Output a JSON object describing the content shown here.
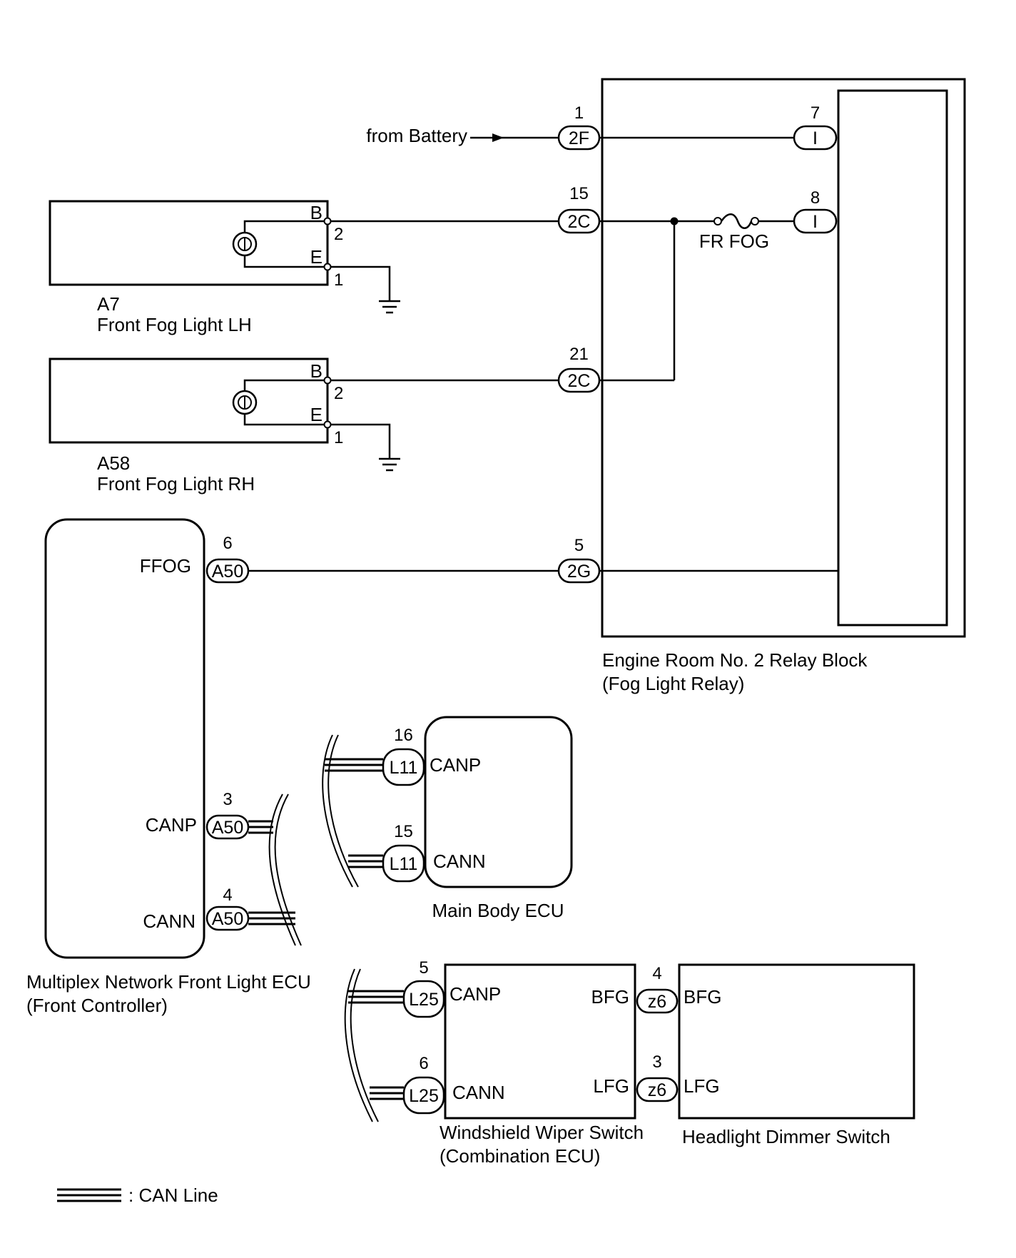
{
  "battery_label": "from Battery",
  "relay_block": {
    "name": "Engine Room No. 2 Relay Block",
    "sub": "(Fog Light Relay)",
    "fuse": "FR FOG",
    "connectors": {
      "c1": {
        "code": "2F",
        "pin": "1"
      },
      "c2": {
        "code": "2C",
        "pin": "15"
      },
      "c3": {
        "code": "2C",
        "pin": "21"
      },
      "c4": {
        "code": "2G",
        "pin": "5"
      }
    },
    "relay_pins": {
      "r1": {
        "code": "I",
        "pin": "7"
      },
      "r2": {
        "code": "I",
        "pin": "8"
      }
    }
  },
  "fog_lh": {
    "id": "A7",
    "name": "Front Fog Light LH",
    "term_b": "B",
    "term_e": "E",
    "pin_b": "2",
    "pin_e": "1"
  },
  "fog_rh": {
    "id": "A58",
    "name": "Front Fog Light RH",
    "term_b": "B",
    "term_e": "E",
    "pin_b": "2",
    "pin_e": "1"
  },
  "front_ecu": {
    "name": "Multiplex Network Front Light ECU",
    "sub": "(Front Controller)",
    "terms": {
      "ffog": "FFOG",
      "canp": "CANP",
      "cann": "CANN"
    },
    "connectors": {
      "ffog": {
        "code": "A50",
        "pin": "6"
      },
      "canp": {
        "code": "A50",
        "pin": "3"
      },
      "cann": {
        "code": "A50",
        "pin": "4"
      }
    }
  },
  "main_body_ecu": {
    "name": "Main Body ECU",
    "terms": {
      "canp": "CANP",
      "cann": "CANN"
    },
    "connectors": {
      "canp": {
        "code": "L11",
        "pin": "16"
      },
      "cann": {
        "code": "L11",
        "pin": "15"
      }
    }
  },
  "wiper_switch": {
    "name": "Windshield Wiper Switch",
    "sub": "(Combination ECU)",
    "terms": {
      "canp": "CANP",
      "cann": "CANN",
      "bfg": "BFG",
      "lfg": "LFG"
    },
    "connectors": {
      "canp": {
        "code": "L25",
        "pin": "5"
      },
      "cann": {
        "code": "L25",
        "pin": "6"
      }
    }
  },
  "dimmer_switch": {
    "name": "Headlight Dimmer Switch",
    "terms": {
      "bfg": "BFG",
      "lfg": "LFG"
    },
    "connectors": {
      "bfg": {
        "code": "z6",
        "pin": "4"
      },
      "lfg": {
        "code": "z6",
        "pin": "3"
      }
    }
  },
  "legend": {
    "label": ": CAN Line"
  }
}
